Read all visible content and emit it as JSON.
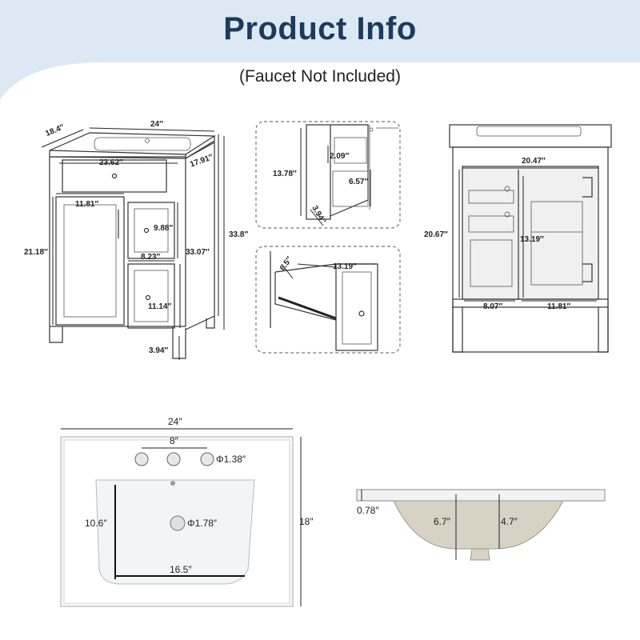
{
  "header": {
    "title": "Product Info",
    "subtitle": "(Faucet Not Included)",
    "title_color": "#1e3a5c",
    "band_color": "#dce9f4"
  },
  "vanity_front": {
    "width": "24″",
    "depth": "18.4″",
    "inner_width": "23.62″",
    "side_depth": "17.91″",
    "door_width": "11.81″",
    "door_height": "21.18″",
    "upper_drawer_height": "9.88″",
    "drawer_width": "8.23″",
    "lower_drawer_height": "11.14″",
    "cabinet_height": "33.07″",
    "total_height": "33.8″",
    "leg_height": "3.94″"
  },
  "drawer_side_detail": {
    "height": "13.78″",
    "top_gap": "2.09″",
    "inner_height": "6.57″",
    "depth": "3.94″"
  },
  "drawer_open_detail": {
    "height": "6.5″",
    "length": "13.19″"
  },
  "vanity_interior": {
    "inner_width": "20.47″",
    "inner_height": "20.67″",
    "shelf_height": "13.19″",
    "left_width": "8.07″",
    "right_width": "11.81″"
  },
  "sink_top": {
    "width": "24″",
    "hole_spacing": "8″",
    "hole_diameter": "Φ1.38″",
    "basin_depth": "10.6″",
    "drain_diameter": "Φ1.78″",
    "basin_width": "16.5″",
    "depth": "18″"
  },
  "sink_side": {
    "top_thickness": "0.78″",
    "bowl_depth": "6.7″",
    "inner_depth": "4.7″"
  }
}
